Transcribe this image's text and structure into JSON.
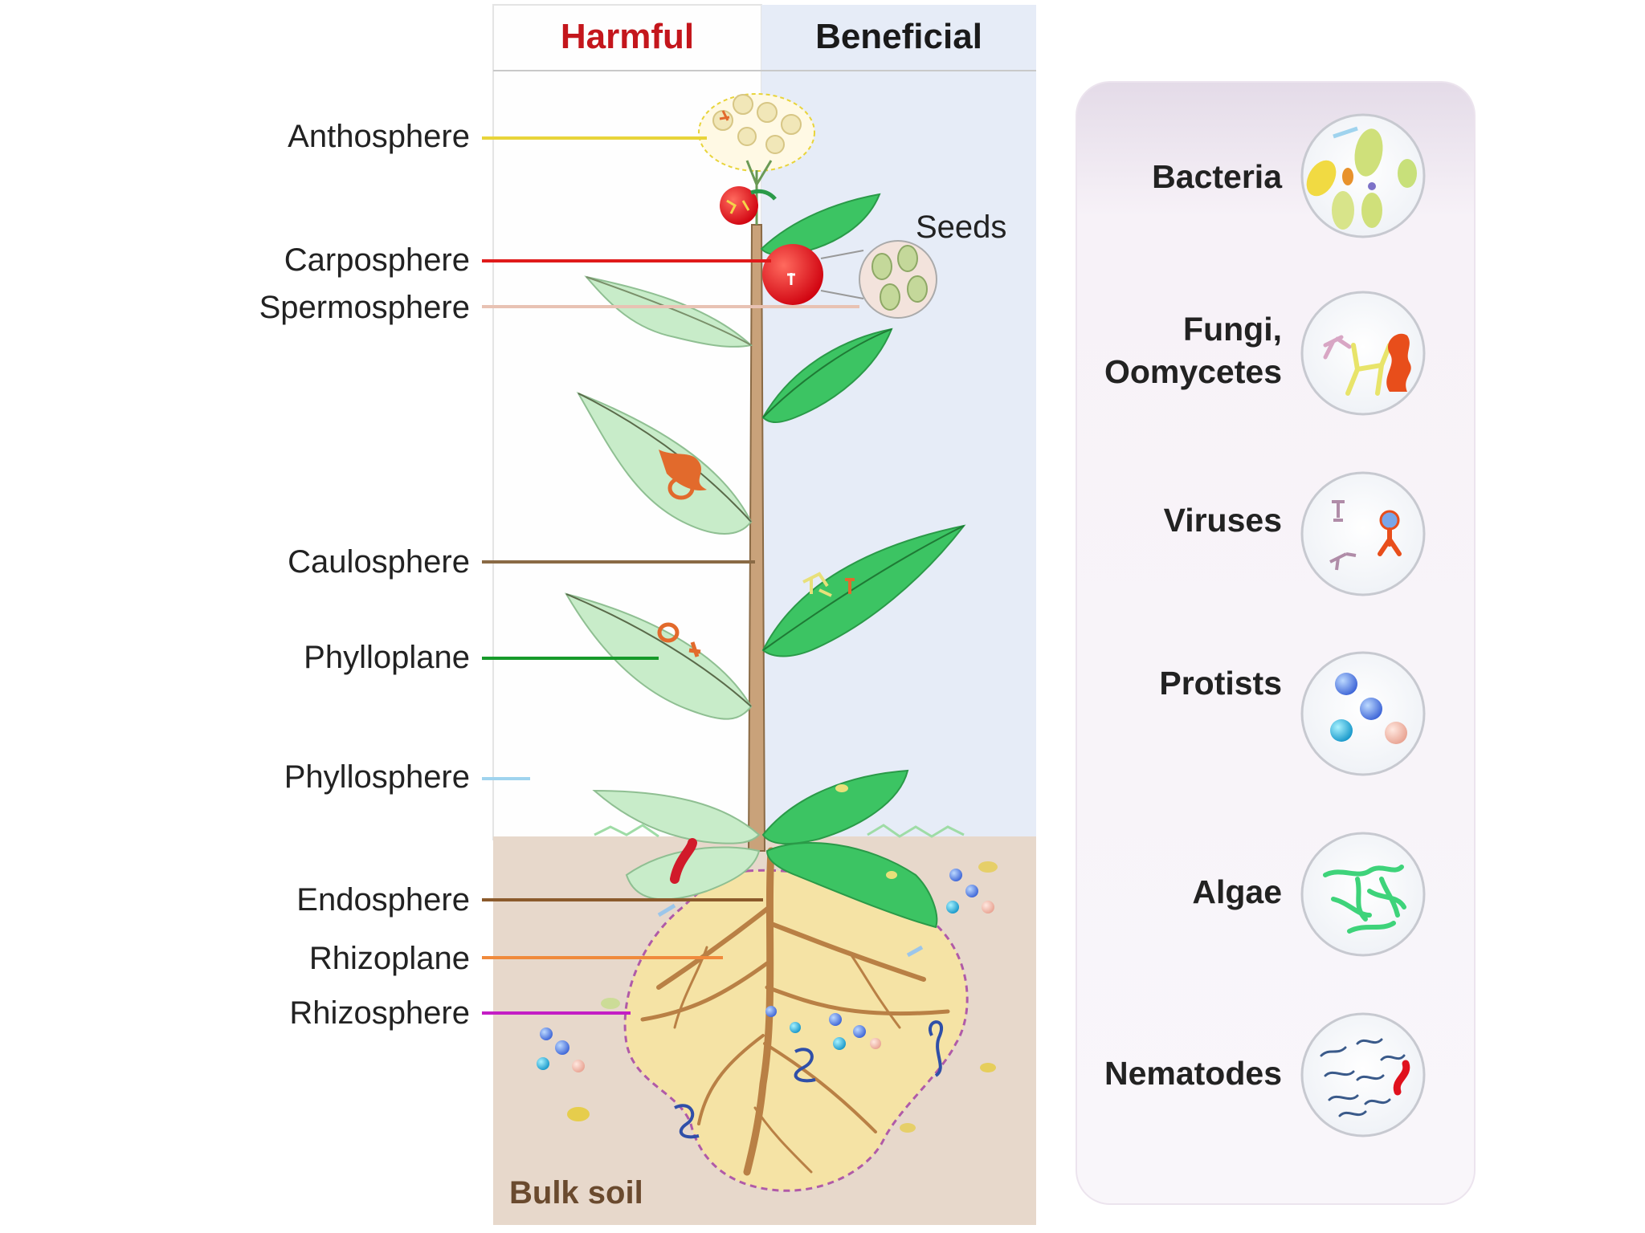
{
  "columns": {
    "harmful": "Harmful",
    "beneficial": "Beneficial"
  },
  "seeds_label": "Seeds",
  "bulk_soil_label": "Bulk soil",
  "compartments": [
    {
      "key": "anthosphere",
      "label": "Anthosphere",
      "color": "#e8d43a"
    },
    {
      "key": "carposphere",
      "label": "Carposphere",
      "color": "#e01a1a"
    },
    {
      "key": "spermosphere",
      "label": "Spermosphere",
      "color": "#e8c2b3"
    },
    {
      "key": "caulosphere",
      "label": "Caulosphere",
      "color": "#8a6a45"
    },
    {
      "key": "phylloplane",
      "label": "Phylloplane",
      "color": "#169a2a"
    },
    {
      "key": "phyllosphere",
      "label": "Phyllosphere",
      "color": "#9fd3ee"
    },
    {
      "key": "endosphere",
      "label": "Endosphere",
      "color": "#8b5a2b"
    },
    {
      "key": "rhizoplane",
      "label": "Rhizoplane",
      "color": "#f08a3c"
    },
    {
      "key": "rhizosphere",
      "label": "Rhizosphere",
      "color": "#c41dc4"
    }
  ],
  "organisms": [
    {
      "key": "bacteria",
      "label": "Bacteria"
    },
    {
      "key": "fungi",
      "label": "Fungi,\nOomycetes"
    },
    {
      "key": "viruses",
      "label": "Viruses"
    },
    {
      "key": "protists",
      "label": "Protists"
    },
    {
      "key": "algae",
      "label": "Algae"
    },
    {
      "key": "nematodes",
      "label": "Nematodes"
    }
  ],
  "colors": {
    "harmful_text": "#c4161c",
    "beneficial_bg": "#e6ecf7",
    "soil": "#e7d8cb",
    "rhizosphere_fill": "#f5e3a5",
    "leaf": "#3cc463",
    "leaf_pale": "#c8ecc9",
    "stem": "#c9a27a",
    "fruit": "#e3101c",
    "panel_bg": "#f7f2f8"
  }
}
